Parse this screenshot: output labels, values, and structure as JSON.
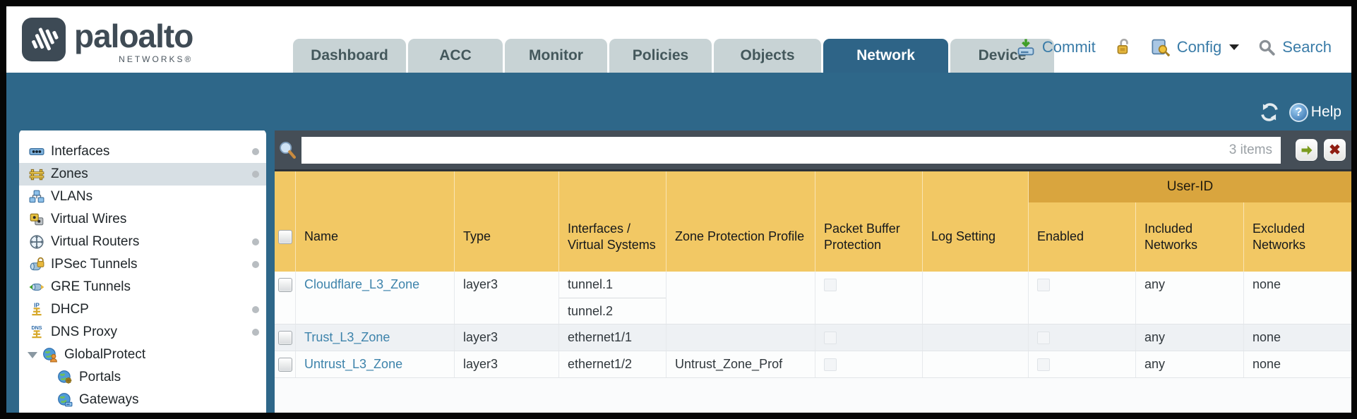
{
  "logo": {
    "brand": "paloalto",
    "sub": "NETWORKS®"
  },
  "tabs": [
    {
      "label": "Dashboard"
    },
    {
      "label": "ACC"
    },
    {
      "label": "Monitor"
    },
    {
      "label": "Policies"
    },
    {
      "label": "Objects"
    },
    {
      "label": "Network"
    },
    {
      "label": "Device"
    }
  ],
  "header_actions": {
    "commit": "Commit",
    "config": "Config",
    "search": "Search"
  },
  "banner": {
    "help": "Help"
  },
  "sidebar": {
    "items": [
      {
        "label": "Interfaces"
      },
      {
        "label": "Zones"
      },
      {
        "label": "VLANs"
      },
      {
        "label": "Virtual Wires"
      },
      {
        "label": "Virtual Routers"
      },
      {
        "label": "IPSec Tunnels"
      },
      {
        "label": "GRE Tunnels"
      },
      {
        "label": "DHCP"
      },
      {
        "label": "DNS Proxy"
      },
      {
        "label": "GlobalProtect"
      },
      {
        "label": "Portals"
      },
      {
        "label": "Gateways"
      }
    ]
  },
  "toolbar": {
    "items_count": "3 items",
    "search_value": ""
  },
  "table": {
    "group_header": "User-ID",
    "columns": [
      "Name",
      "Type",
      "Interfaces / Virtual Systems",
      "Zone Protection Profile",
      "Packet Buffer Protection",
      "Log Setting",
      "Enabled",
      "Included Networks",
      "Excluded Networks"
    ],
    "rows": [
      {
        "name": "Cloudflare_L3_Zone",
        "type": "layer3",
        "interfaces": [
          "tunnel.1",
          "tunnel.2"
        ],
        "zone_protection_profile": "",
        "log_setting": "",
        "included_networks": "any",
        "excluded_networks": "none"
      },
      {
        "name": "Trust_L3_Zone",
        "type": "layer3",
        "interfaces": [
          "ethernet1/1"
        ],
        "zone_protection_profile": "",
        "log_setting": "",
        "included_networks": "any",
        "excluded_networks": "none"
      },
      {
        "name": "Untrust_L3_Zone",
        "type": "layer3",
        "interfaces": [
          "ethernet1/2"
        ],
        "zone_protection_profile": "Untrust_Zone_Prof",
        "log_setting": "",
        "included_networks": "any",
        "excluded_networks": "none"
      }
    ]
  }
}
